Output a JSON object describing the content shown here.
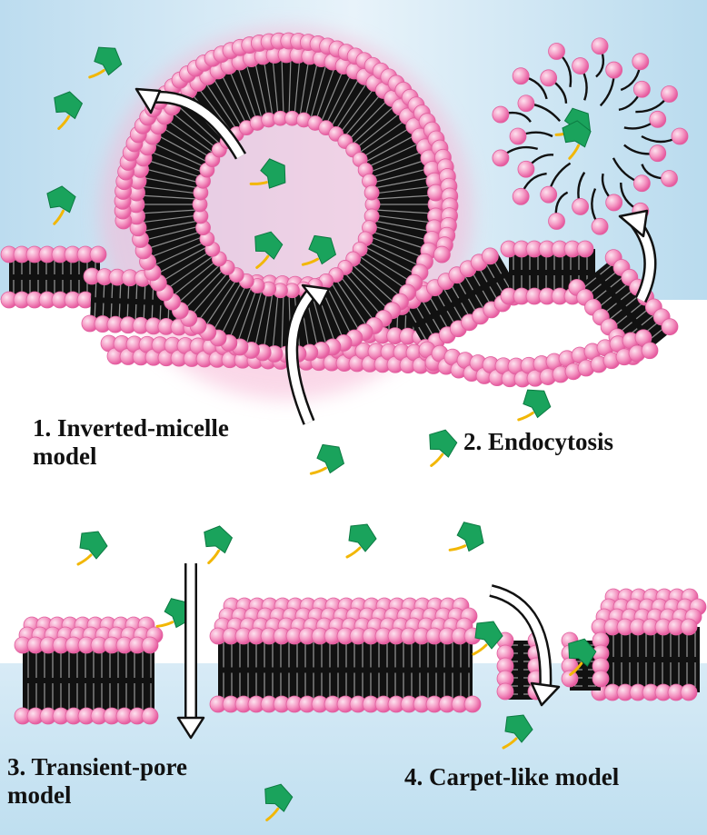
{
  "labels": {
    "inverted_micelle": {
      "line1": "1. Inverted-micelle",
      "line2": "model"
    },
    "endocytosis": "2. Endocytosis",
    "transient_pore": {
      "line1": "3. Transient-pore",
      "line2": "model"
    },
    "carpet_like": "4. Carpet-like model"
  },
  "colors": {
    "headgroup": "#f07bb4",
    "headgroup_highlight": "#fde3ef",
    "lipid_tail": "#111111",
    "peptide": "#1aa35c",
    "peptide_tail": "#f2b705",
    "arrow_fill": "#ffffff",
    "arrow_stroke": "#111111",
    "background_blue": "#c5e2f1"
  },
  "icons": [
    "peptide-icon",
    "lipid-headgroup-icon",
    "arrow-icon"
  ]
}
